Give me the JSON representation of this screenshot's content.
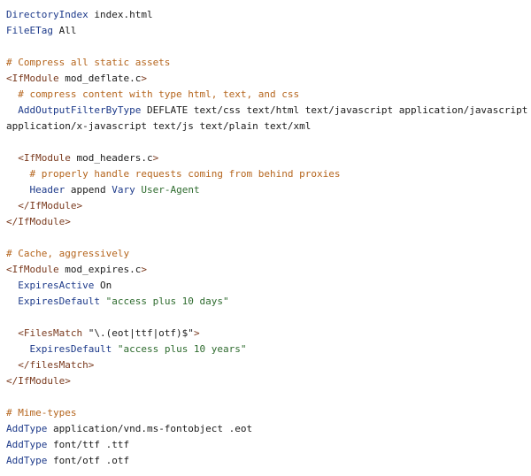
{
  "colors": {
    "keyword": "#1d3a8a",
    "tag": "#7a3a1e",
    "comment": "#b5651d",
    "string": "#2e6b2e",
    "text": "#1a1a1a",
    "background": "#ffffff"
  },
  "lines": [
    {
      "tokens": [
        {
          "t": "kw",
          "v": "DirectoryIndex"
        },
        {
          "t": "txt",
          "v": " index.html"
        }
      ]
    },
    {
      "tokens": [
        {
          "t": "kw",
          "v": "FileETag"
        },
        {
          "t": "txt",
          "v": " All"
        }
      ]
    },
    {
      "tokens": []
    },
    {
      "tokens": [
        {
          "t": "cmt",
          "v": "# Compress all static assets"
        }
      ]
    },
    {
      "tokens": [
        {
          "t": "tag",
          "v": "<IfModule"
        },
        {
          "t": "txt",
          "v": " mod_deflate.c"
        },
        {
          "t": "tag",
          "v": ">"
        }
      ]
    },
    {
      "tokens": [
        {
          "t": "cmt",
          "v": "  # compress content with type html, text, and css"
        }
      ]
    },
    {
      "tokens": [
        {
          "t": "kw",
          "v": "  AddOutputFilterByType"
        },
        {
          "t": "txt",
          "v": " DEFLATE text/css text/html text/javascript application/javascript"
        }
      ]
    },
    {
      "tokens": [
        {
          "t": "txt",
          "v": "application/x-javascript text/js text/plain text/xml"
        }
      ]
    },
    {
      "tokens": []
    },
    {
      "tokens": [
        {
          "t": "tag",
          "v": "  <IfModule"
        },
        {
          "t": "txt",
          "v": " mod_headers.c"
        },
        {
          "t": "tag",
          "v": ">"
        }
      ]
    },
    {
      "tokens": [
        {
          "t": "cmt",
          "v": "    # properly handle requests coming from behind proxies"
        }
      ]
    },
    {
      "tokens": [
        {
          "t": "kw",
          "v": "    Header"
        },
        {
          "t": "txt",
          "v": " append "
        },
        {
          "t": "kw",
          "v": "Vary"
        },
        {
          "t": "txt",
          "v": " "
        },
        {
          "t": "str",
          "v": "User-Agent"
        }
      ]
    },
    {
      "tokens": [
        {
          "t": "tag",
          "v": "  </IfModule>"
        }
      ]
    },
    {
      "tokens": [
        {
          "t": "tag",
          "v": "</IfModule>"
        }
      ]
    },
    {
      "tokens": []
    },
    {
      "tokens": [
        {
          "t": "cmt",
          "v": "# Cache, aggressively"
        }
      ]
    },
    {
      "tokens": [
        {
          "t": "tag",
          "v": "<IfModule"
        },
        {
          "t": "txt",
          "v": " mod_expires.c"
        },
        {
          "t": "tag",
          "v": ">"
        }
      ]
    },
    {
      "tokens": [
        {
          "t": "kw",
          "v": "  ExpiresActive"
        },
        {
          "t": "txt",
          "v": " On"
        }
      ]
    },
    {
      "tokens": [
        {
          "t": "kw",
          "v": "  ExpiresDefault"
        },
        {
          "t": "txt",
          "v": " "
        },
        {
          "t": "str",
          "v": "\"access plus 10 days\""
        }
      ]
    },
    {
      "tokens": []
    },
    {
      "tokens": [
        {
          "t": "tag",
          "v": "  <FilesMatch"
        },
        {
          "t": "txt",
          "v": " \"\\.(eot|ttf|otf)$\""
        },
        {
          "t": "tag",
          "v": ">"
        }
      ]
    },
    {
      "tokens": [
        {
          "t": "kw",
          "v": "    ExpiresDefault"
        },
        {
          "t": "txt",
          "v": " "
        },
        {
          "t": "str",
          "v": "\"access plus 10 years\""
        }
      ]
    },
    {
      "tokens": [
        {
          "t": "tag",
          "v": "  </filesMatch>"
        }
      ]
    },
    {
      "tokens": [
        {
          "t": "tag",
          "v": "</IfModule>"
        }
      ]
    },
    {
      "tokens": []
    },
    {
      "tokens": [
        {
          "t": "cmt",
          "v": "# Mime-types"
        }
      ]
    },
    {
      "tokens": [
        {
          "t": "kw",
          "v": "AddType"
        },
        {
          "t": "txt",
          "v": " application/vnd.ms-fontobject .eot"
        }
      ]
    },
    {
      "tokens": [
        {
          "t": "kw",
          "v": "AddType"
        },
        {
          "t": "txt",
          "v": " font/ttf .ttf"
        }
      ]
    },
    {
      "tokens": [
        {
          "t": "kw",
          "v": "AddType"
        },
        {
          "t": "txt",
          "v": " font/otf .otf"
        }
      ]
    }
  ]
}
